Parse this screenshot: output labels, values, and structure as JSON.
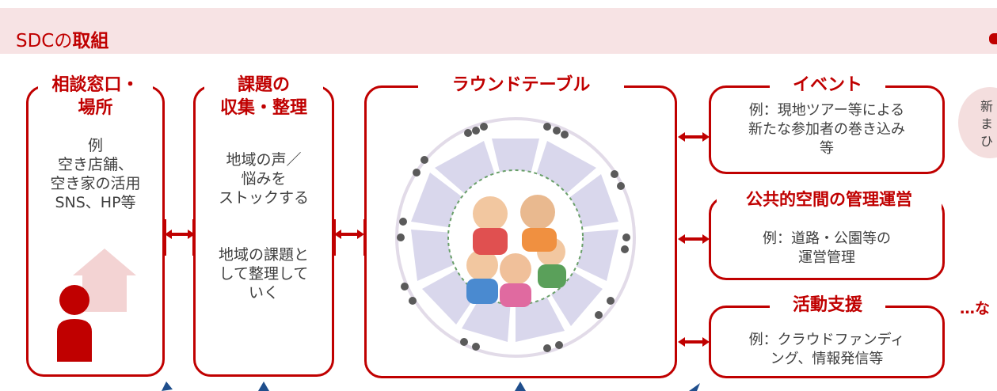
{
  "header": {
    "title_prefix": "SDCの",
    "title_bold": "取組"
  },
  "boxes": {
    "consult": {
      "title_line1": "相談窓口・",
      "title_line2": "場所",
      "lines": [
        "例",
        "空き店舗、",
        "空き家の活用",
        "SNS、HP等"
      ]
    },
    "issues": {
      "title_line1": "課題の",
      "title_line2": "収集・整理",
      "lines_a": [
        "地域の声／",
        "悩みを",
        "ストックする"
      ],
      "lines_b": [
        "地域の課題と",
        "して整理して",
        "いく"
      ]
    },
    "roundtable": {
      "title": "ラウンドテーブル"
    },
    "event": {
      "title": "イベント",
      "lines": [
        "例：現地ツアー等による",
        "新たな参加者の巻き込み",
        "等"
      ]
    },
    "public_space": {
      "title": "公共的空間の管理運営",
      "lines": [
        "例：道路・公園等の",
        "運営管理"
      ]
    },
    "support": {
      "title": "活動支援",
      "lines": [
        "例：クラウドファンディ",
        "ング、情報発信等"
      ]
    }
  },
  "side": {
    "circle_text": "新まひ",
    "etc": "…な"
  },
  "colors": {
    "accent": "#c00000",
    "header_bg": "#f7e3e4",
    "segment": "#d9d7ec",
    "arrow": "#1f4e8c"
  },
  "icons": [
    "person-icon",
    "house-icon",
    "people-icon"
  ]
}
